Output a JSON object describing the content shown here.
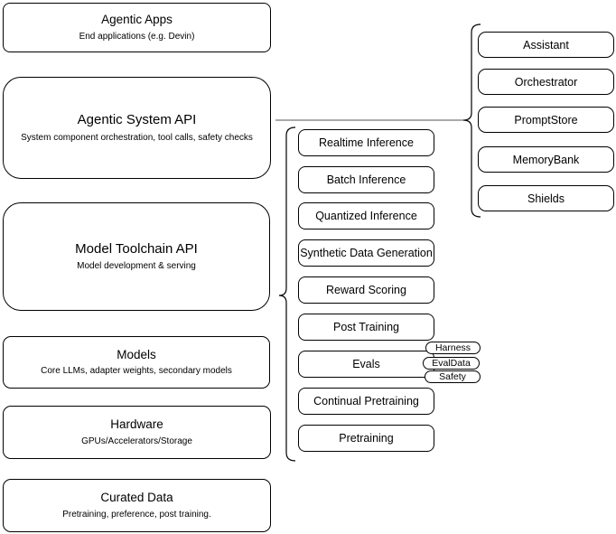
{
  "diagram": {
    "stack": [
      {
        "title": "Agentic Apps",
        "subtitle": "End applications (e.g. Devin)"
      },
      {
        "title": "Agentic System API",
        "subtitle": "System component orchestration, tool calls, safety checks"
      },
      {
        "title": "Model Toolchain API",
        "subtitle": "Model development & serving"
      },
      {
        "title": "Models",
        "subtitle": "Core LLMs, adapter weights, secondary models"
      },
      {
        "title": "Hardware",
        "subtitle": "GPUs/Accelerators/Storage"
      },
      {
        "title": "Curated Data",
        "subtitle": "Pretraining, preference, post training."
      }
    ],
    "toolchain_services": [
      "Realtime Inference",
      "Batch Inference",
      "Quantized Inference",
      "Synthetic Data Generation",
      "Reward Scoring",
      "Post Training",
      "Evals",
      "Continual Pretraining",
      "Pretraining"
    ],
    "evals_components": [
      "Harness",
      "EvalData",
      "Safety"
    ],
    "system_components": [
      "Assistant",
      "Orchestrator",
      "PromptStore",
      "MemoryBank",
      "Shields"
    ],
    "colors": {
      "border": "#000000",
      "background": "#ffffff",
      "text": "#000000",
      "connector": "#555555"
    }
  }
}
